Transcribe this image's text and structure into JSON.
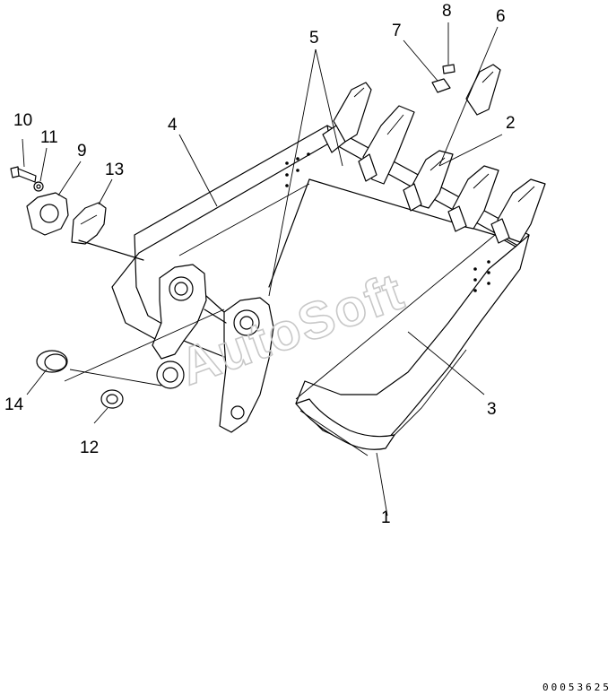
{
  "diagram": {
    "watermark": "AutoSoft",
    "drawing_code": "00053625",
    "callouts": {
      "c1": "1",
      "c2": "2",
      "c3": "3",
      "c4": "4",
      "c5": "5",
      "c6": "6",
      "c7": "7",
      "c8": "8",
      "c9": "9",
      "c10": "10",
      "c11": "11",
      "c12": "12",
      "c13": "13",
      "c14": "14"
    }
  }
}
